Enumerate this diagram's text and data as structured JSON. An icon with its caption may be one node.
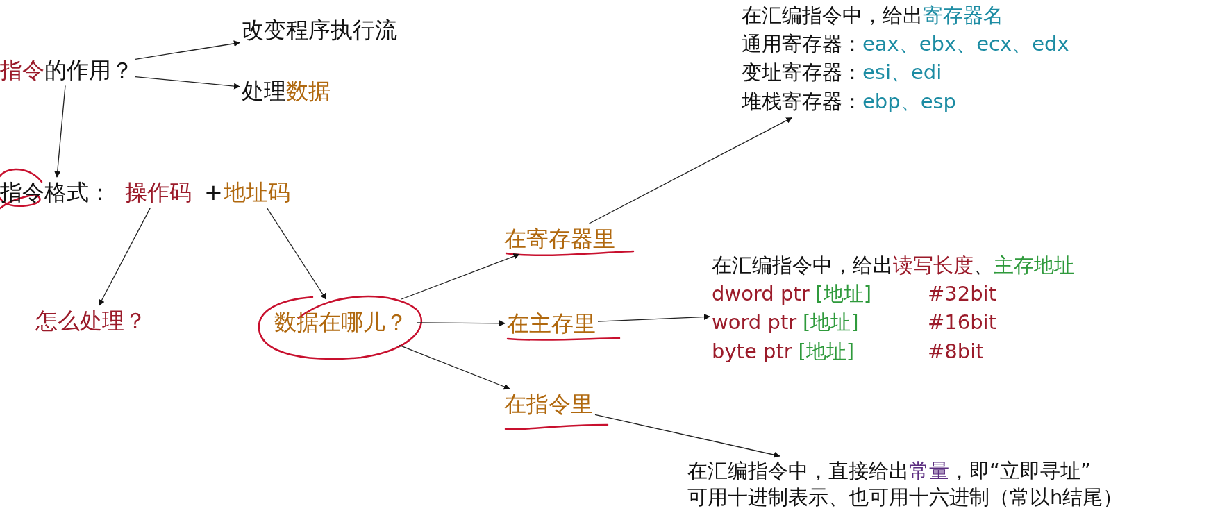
{
  "diagram": {
    "nodes": [
      {
        "text": [
          "指令",
          "的作用？"
        ]
      },
      {
        "text": [
          "改变程序执行流"
        ]
      },
      {
        "text": [
          "处理",
          "数据"
        ]
      },
      {
        "text": [
          "指令格式："
        ]
      },
      {
        "text": [
          "操作码"
        ]
      },
      {
        "text": [
          "地址码"
        ]
      },
      {
        "text": [
          "怎么处理？"
        ]
      },
      {
        "text": [
          "数据在哪儿？"
        ]
      },
      {
        "text": [
          "在寄存器里"
        ]
      },
      {
        "text": [
          "在主存里"
        ]
      },
      {
        "text": [
          "在指令里"
        ]
      },
      {
        "text": [
          "在汇编指令中，给出",
          "寄存器名",
          "通用寄存器：",
          "eax、ebx、ecx、edx",
          "变址寄存器：",
          "esi、edi",
          "堆栈寄存器：",
          "ebp、esp"
        ]
      },
      {
        "text": [
          "在汇编指令中，给出",
          "读写长度",
          "、",
          "主存地址",
          "dword ptr",
          "[地址]",
          "#32bit",
          "word ptr",
          "[地址]",
          "#16bit",
          "byte ptr",
          "[地址]",
          "#8bit"
        ]
      },
      {
        "text": [
          "在汇编指令中，直接给出",
          "常量",
          "，即“立即寻址”",
          "可用十进制表示、也可用十六进制（常以h结尾）"
        ]
      }
    ],
    "edges": [
      {
        "from": 0,
        "to": 1,
        "arrow": "to"
      },
      {
        "from": 0,
        "to": 2,
        "arrow": "to"
      },
      {
        "from": 0,
        "to": 3,
        "arrow": "to"
      },
      {
        "from": 4,
        "to": 6,
        "arrow": "to"
      },
      {
        "from": 5,
        "to": 7,
        "arrow": "to"
      },
      {
        "from": 7,
        "to": 8,
        "arrow": "to"
      },
      {
        "from": 7,
        "to": 9,
        "arrow": "to"
      },
      {
        "from": 7,
        "to": 10,
        "arrow": "to"
      },
      {
        "from": 8,
        "to": 11,
        "arrow": "to"
      },
      {
        "from": 9,
        "to": 12,
        "arrow": "to"
      },
      {
        "from": 10,
        "to": 13,
        "arrow": "to"
      }
    ],
    "labels": [
      "+"
    ]
  }
}
